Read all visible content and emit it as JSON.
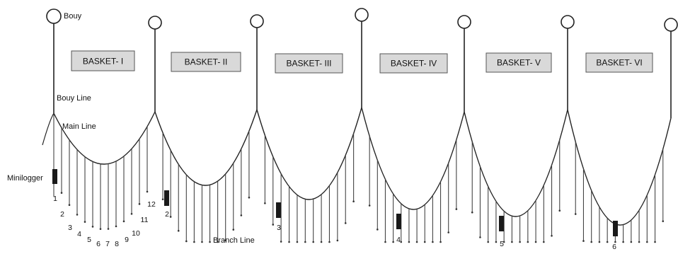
{
  "labels": {
    "buoy": "Bouy",
    "buoy_line": "Bouy Line",
    "main_line": "Main Line",
    "minilogger": "Minilogger",
    "branch_line": "Branch Line"
  },
  "baskets": [
    {
      "label": "BASKET- I"
    },
    {
      "label": "BASKET- II"
    },
    {
      "label": "BASKET- III"
    },
    {
      "label": "BASKET- IV"
    },
    {
      "label": "BASKET- V"
    },
    {
      "label": "BASKET- VI"
    }
  ],
  "branch_numbers": [
    "1",
    "2",
    "3",
    "4",
    "5",
    "6",
    "7",
    "8",
    "9",
    "10",
    "11",
    "12"
  ],
  "basket_logger_numbers": [
    "2",
    "3",
    "4",
    "5",
    "6"
  ],
  "colors": {
    "line": "#222222",
    "box_fill": "#d9d9d9",
    "box_stroke": "#555555",
    "logger": "#1a1a1a"
  }
}
